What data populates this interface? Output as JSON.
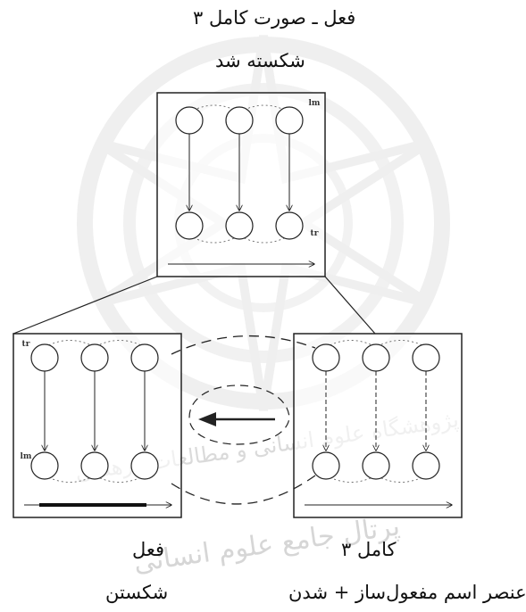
{
  "top_caption": {
    "line1": "فعل ـ صورت کامل ۳",
    "line2": "شکسته شد"
  },
  "panels": {
    "top": {
      "label_top": "lm",
      "label_bottom": "tr",
      "arrows": "solid",
      "timeline": "plain"
    },
    "left": {
      "label_top": "tr",
      "label_bottom": "lm",
      "arrows": "solid",
      "timeline": "bold-segment"
    },
    "right": {
      "label_top": "",
      "label_bottom": "",
      "arrows": "dashed",
      "timeline": "plain"
    }
  },
  "bottom_captions": {
    "left_line1": "فعل",
    "left_line2": "شکستن",
    "right_line1": "کامل ۳",
    "right_line2": "عنصر اسم مفعول‌ساز + شدن"
  },
  "watermark": {
    "text": "پرتال جامع علوم انسانی",
    "text2": "پژوهشگاه علوم انسانی و مطالعات فرهنگی",
    "color": "#d8d8d8"
  },
  "colors": {
    "stroke": "#222222",
    "dotted": "#666666"
  }
}
